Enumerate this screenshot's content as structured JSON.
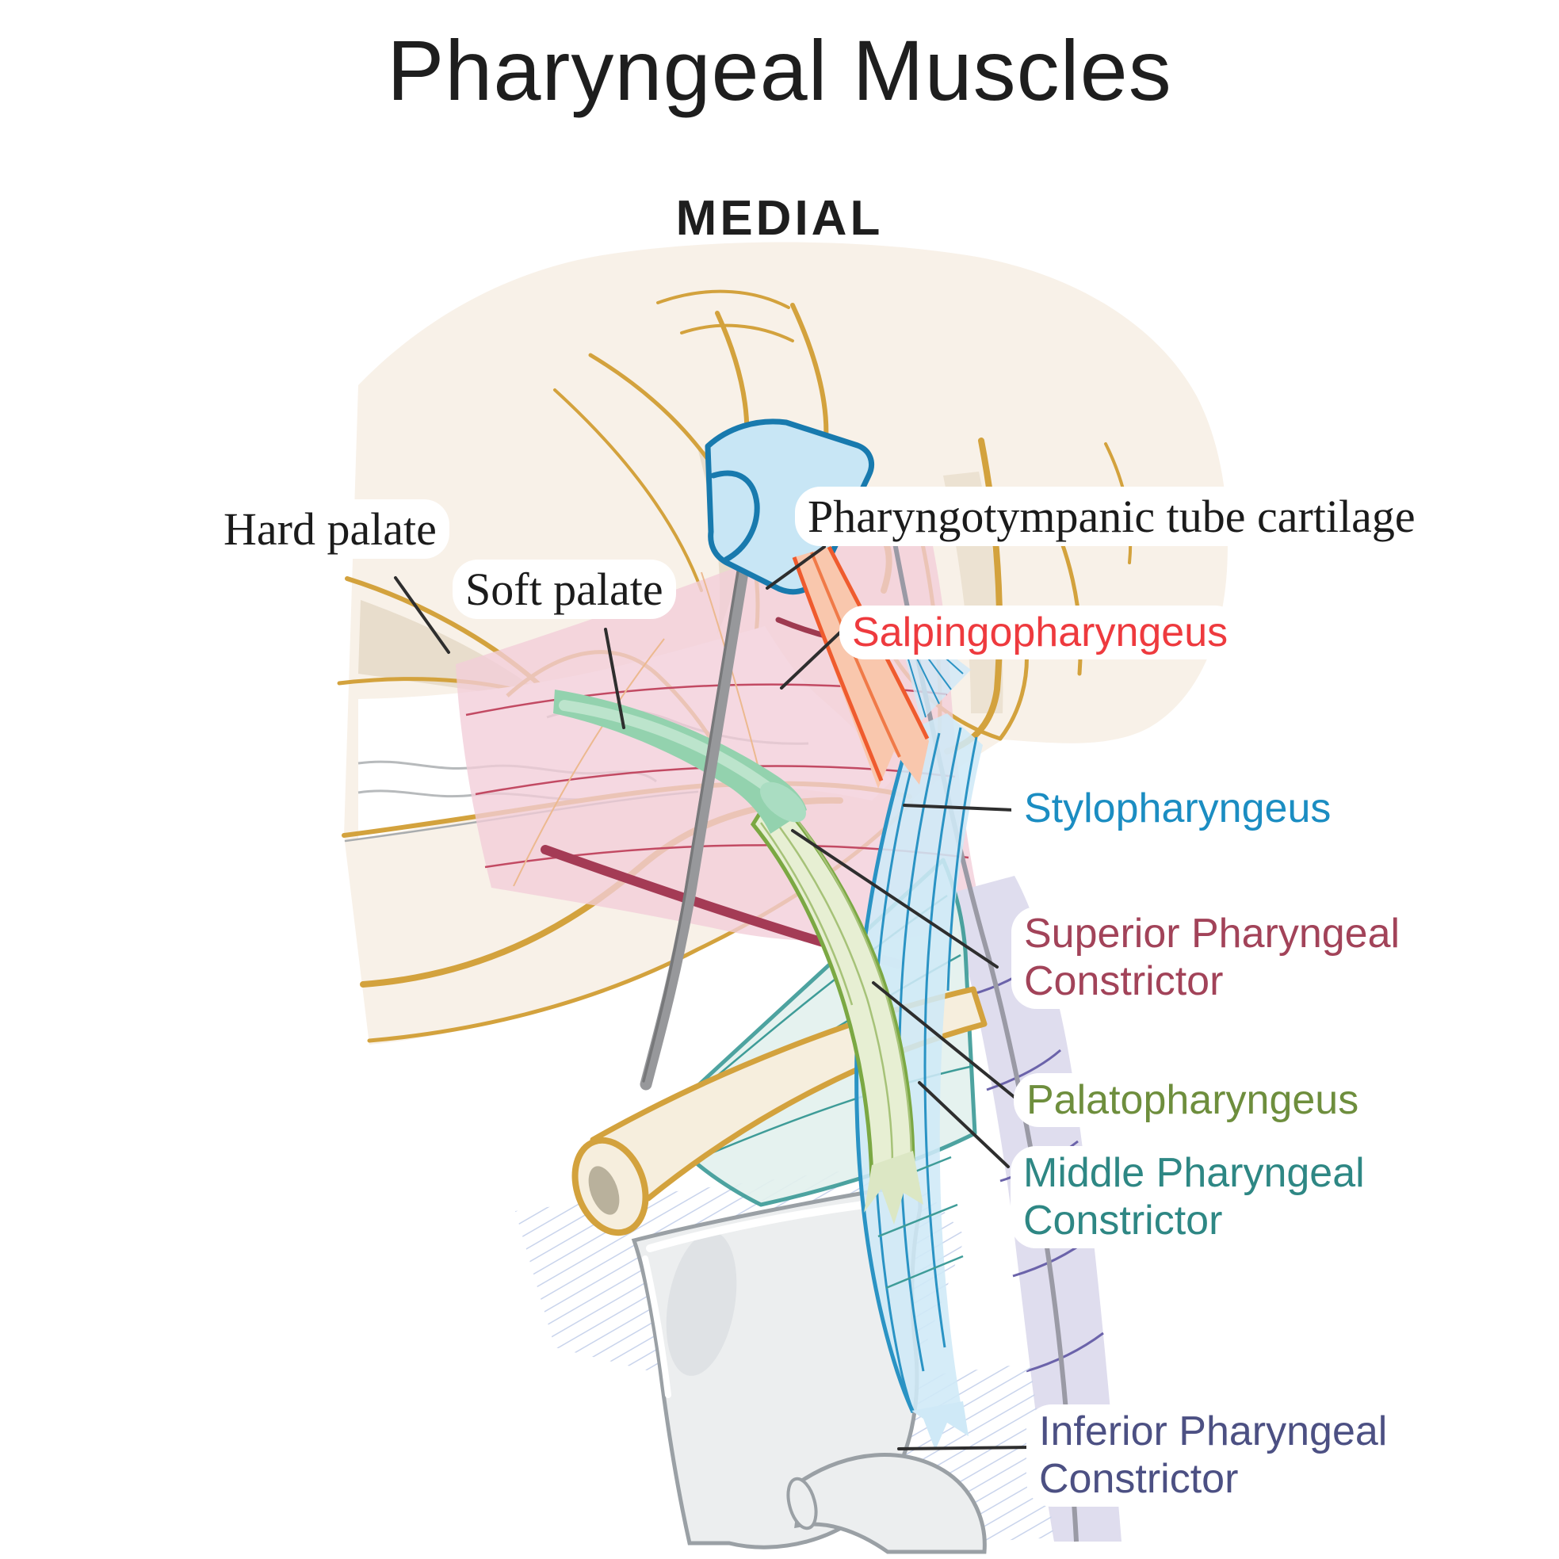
{
  "title": "Pharyngeal Muscles",
  "view_label": "MEDIAL",
  "labels": {
    "hard_palate": {
      "text": "Hard palate",
      "color": "#1b1b1b"
    },
    "soft_palate": {
      "text": "Soft palate",
      "color": "#1b1b1b"
    },
    "pharyngotympanic": {
      "text": "Pharyngotympanic tube cartilage",
      "color": "#1b1b1b"
    },
    "salpingopharyngeus": {
      "text": "Salpingopharyngeus",
      "color": "#ee3a3e"
    },
    "stylopharyngeus": {
      "text": "Stylopharyngeus",
      "color": "#1b8dc2"
    },
    "superior": {
      "line1": "Superior Pharyngeal",
      "line2": "Constrictor",
      "color": "#a24359"
    },
    "palatopharyngeus": {
      "text": "Palatopharyngeus",
      "color": "#6e8e3d"
    },
    "middle": {
      "line1": "Middle Pharyngeal",
      "line2": "Constrictor",
      "color": "#2e8784"
    },
    "inferior": {
      "line1": "Inferior Pharyngeal",
      "line2": "Constrictor",
      "color": "#4c5083"
    }
  },
  "palette": {
    "head_skin": "#f8f1e8",
    "bone_outline_gold": "#d3a23d",
    "beige_shadow": "#e8ddcc",
    "tube_cartilage_fill": "#c8e6f5",
    "tube_cartilage_stroke": "#187aae",
    "salpingopharyngeus_fill": "#f9c7ad",
    "salpingopharyngeus_stroke": "#ef5b2e",
    "superior_constrictor_fill": "#f2cdd9",
    "superior_constrictor_edge": "#a43b55",
    "soft_palate_muscle": "#93d2ae",
    "palatopharyngeus_fill": "#e7efd3",
    "palatopharyngeus_stroke": "#7ba843",
    "stylopharyngeus_fill": "#cfe9f7",
    "stylopharyngeus_stroke": "#2a93c4",
    "middle_constrictor_fill": "#e3f1ee",
    "middle_constrictor_stroke": "#3e9c98",
    "inferior_constrictor_fill": "#dfddee",
    "inferior_constrictor_stripe": "#6b63aa",
    "styloid_rod_gray": "#97989b",
    "cartilage_gray_fill": "#eceeef",
    "cartilage_gray_stroke": "#9aa0a5",
    "leader_line": "#2e2e2e"
  }
}
